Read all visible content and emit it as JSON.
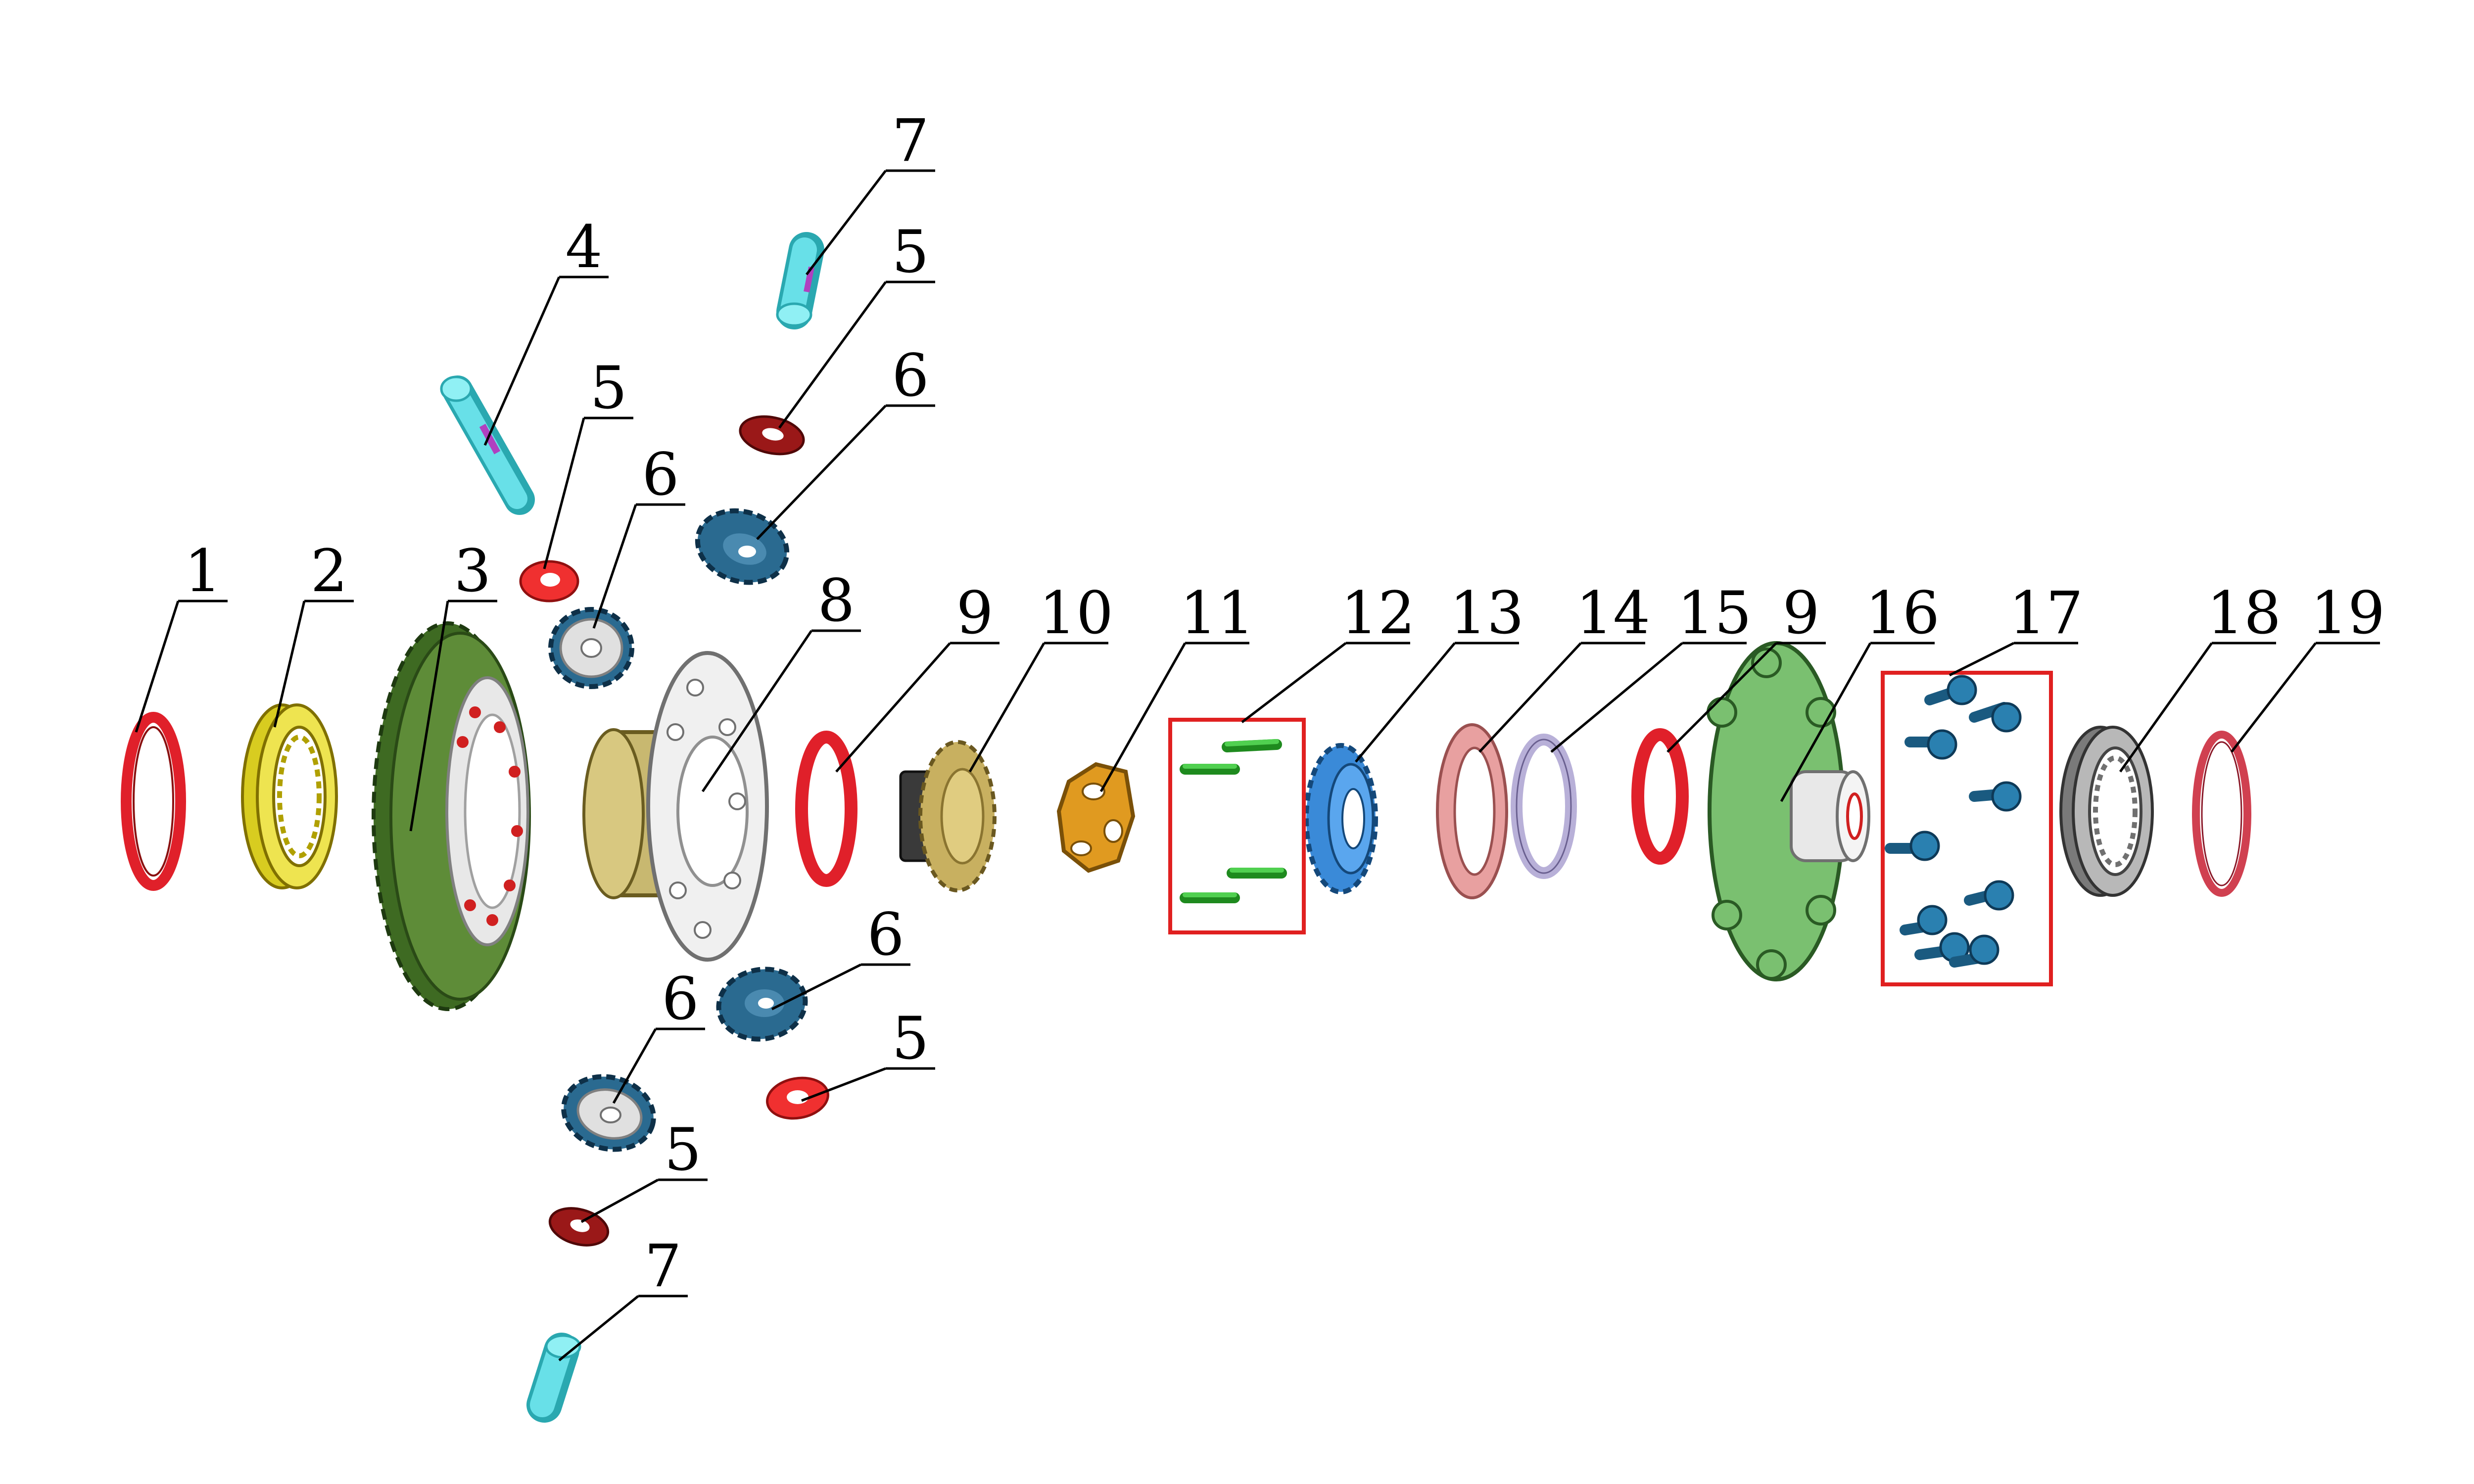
{
  "callouts": {
    "c1": "1",
    "c2": "2",
    "c3": "3",
    "c4": "4",
    "c5a": "5",
    "c5b": "5",
    "c5c": "5",
    "c5d": "5",
    "c6a": "6",
    "c6b": "6",
    "c6c": "6",
    "c6d": "6",
    "c7a": "7",
    "c7b": "7",
    "c8": "8",
    "c9a": "9",
    "c9b": "9",
    "c10": "10",
    "c11": "11",
    "c12": "12",
    "c13": "13",
    "c14": "14",
    "c15": "15",
    "c16": "16",
    "c17": "17",
    "c18": "18",
    "c19": "19"
  },
  "colors": {
    "snap_ring_red": "#e0202a",
    "bearing_yellow": "#e6dc28",
    "ring_gear_green": "#4a7a2a",
    "case_gold": "#c8b870",
    "pin_cyan": "#55d8e0",
    "washer_darkred": "#9a1818",
    "washer_red": "#f03030",
    "pinion_blue": "#2a6a90",
    "side_gear_tan": "#c8b060",
    "block_orange": "#e09a20",
    "roll_pin_green": "#30b030",
    "gear_blue": "#3a8ad8",
    "shim_pink": "#e8a0a0",
    "shim_lavender": "#b8b0d8",
    "cover_green": "#7ac070",
    "bolt_blue": "#2a80b0",
    "bearing_grey": "#8a8a8a",
    "ring_crimson": "#d04050",
    "box_red": "#e02020"
  }
}
